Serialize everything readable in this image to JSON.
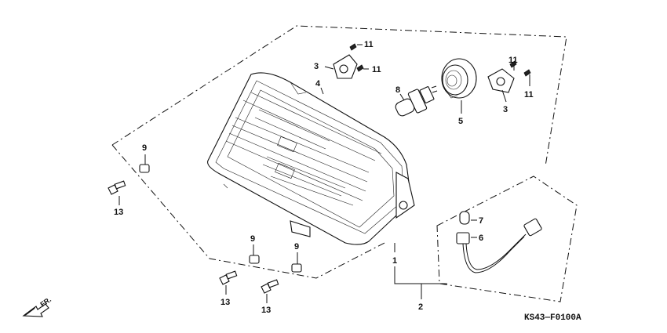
{
  "diagram": {
    "code": "KS43—F0100A",
    "direction_label": "FR.",
    "callouts": {
      "headlight_assy": "1",
      "headlight_subassy": "2",
      "setting_left": "3",
      "setting_right": "3",
      "lens_unit": "4",
      "socket_cover": "5",
      "socket": "6",
      "position_bulb": "7",
      "headlight_bulb": "8",
      "grommet_left": "9",
      "grommet_mid": "9",
      "grommet_right": "9",
      "screw_top_a": "11",
      "screw_top_b": "11",
      "screw_right_a": "11",
      "screw_right_b": "11",
      "bolt_left": "13",
      "bolt_mid": "13",
      "bolt_right": "13"
    }
  }
}
